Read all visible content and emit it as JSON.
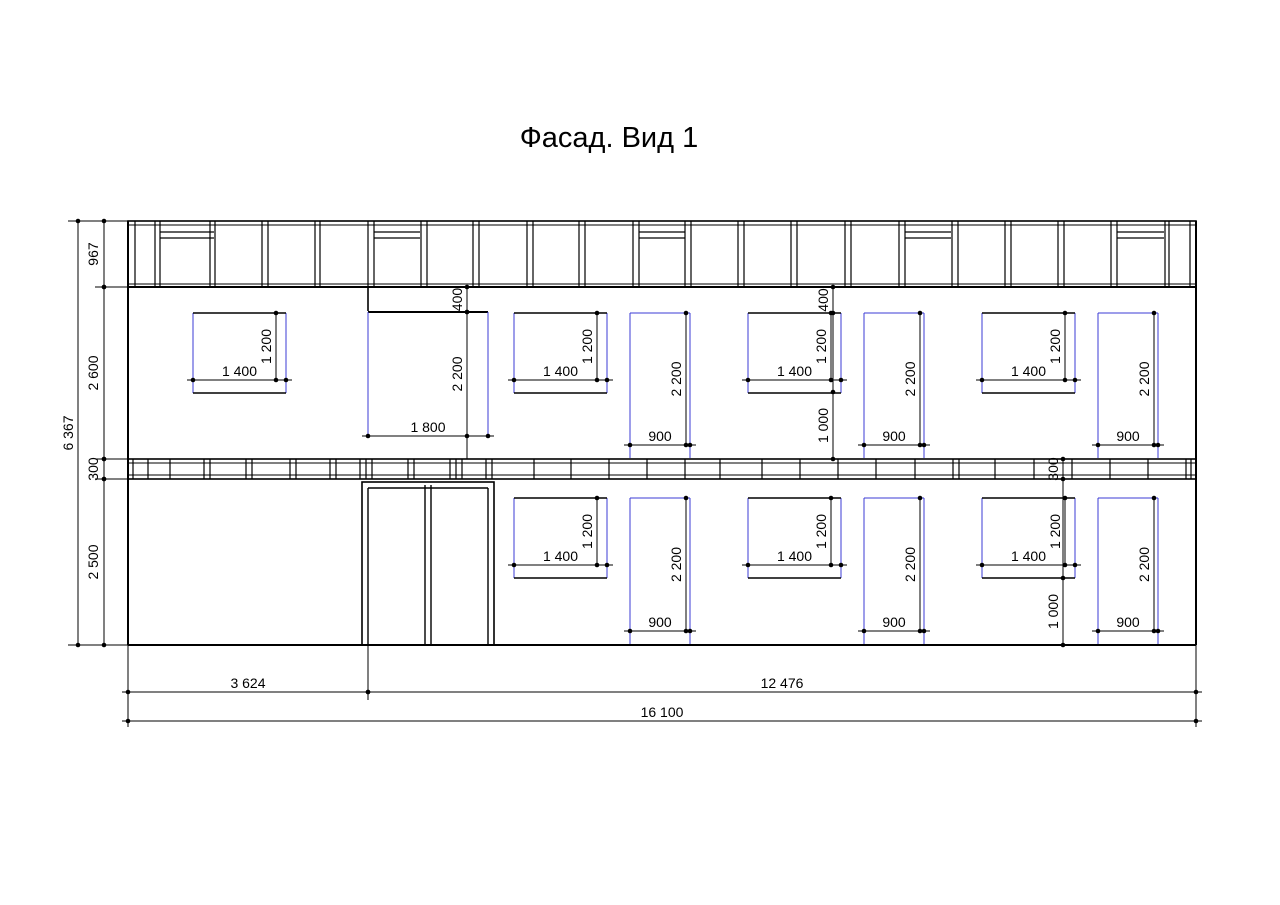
{
  "title": "Фасад. Вид 1",
  "colors": {
    "line": "#000000",
    "opening": "#3b3bd6"
  },
  "dims": {
    "parapet": "967",
    "floor2": "2 600",
    "floor1": "2 500",
    "belt": "300",
    "total_h": "6 367",
    "w_left": "3 624",
    "w_right": "12 476",
    "w_total": "16 100",
    "win_w": "1 400",
    "win_h": "1 200",
    "door_w": "900",
    "door_h": "2 200",
    "opening_w": "1 800",
    "offset_top": "400",
    "sill": "1 000"
  }
}
